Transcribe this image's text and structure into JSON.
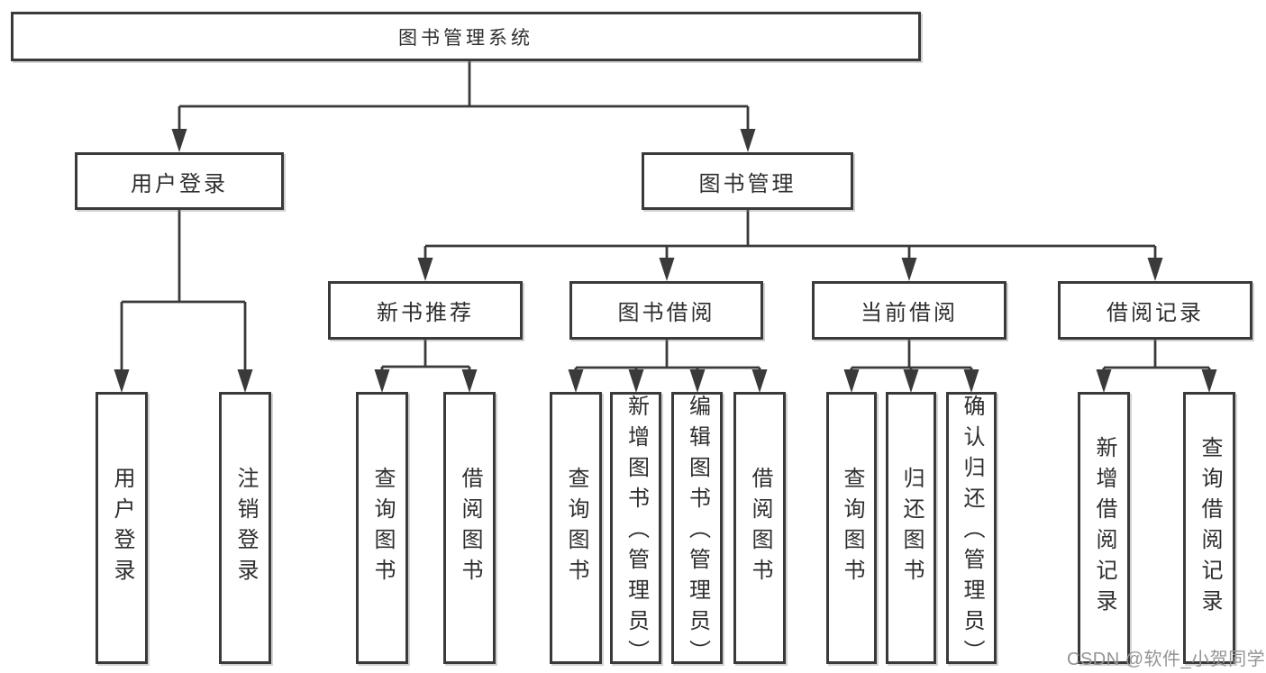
{
  "diagram": {
    "type": "tree",
    "title": "图书管理系统",
    "nodes": [
      {
        "id": "root",
        "parent": null,
        "label": "图书管理系统"
      },
      {
        "id": "user-login",
        "parent": "root",
        "label": "用户登录"
      },
      {
        "id": "book-mgmt",
        "parent": "root",
        "label": "图书管理"
      },
      {
        "id": "new-book-rec",
        "parent": "book-mgmt",
        "label": "新书推荐"
      },
      {
        "id": "book-borrow",
        "parent": "book-mgmt",
        "label": "图书借阅"
      },
      {
        "id": "current-borrow",
        "parent": "book-mgmt",
        "label": "当前借阅"
      },
      {
        "id": "borrow-records",
        "parent": "book-mgmt",
        "label": "借阅记录"
      },
      {
        "id": "ul-login",
        "parent": "user-login",
        "label": "用户登录"
      },
      {
        "id": "ul-logout",
        "parent": "user-login",
        "label": "注销登录"
      },
      {
        "id": "nr-query-book",
        "parent": "new-book-rec",
        "label": "查询图书"
      },
      {
        "id": "nr-borrow-book",
        "parent": "new-book-rec",
        "label": "借阅图书"
      },
      {
        "id": "bb-query-book",
        "parent": "book-borrow",
        "label": "查询图书"
      },
      {
        "id": "bb-add-book",
        "parent": "book-borrow",
        "label": "新增图书（管理员）"
      },
      {
        "id": "bb-edit-book",
        "parent": "book-borrow",
        "label": "编辑图书（管理员）"
      },
      {
        "id": "bb-borrow-book",
        "parent": "book-borrow",
        "label": "借阅图书"
      },
      {
        "id": "cb-query-book",
        "parent": "current-borrow",
        "label": "查询图书"
      },
      {
        "id": "cb-return-book",
        "parent": "current-borrow",
        "label": "归还图书"
      },
      {
        "id": "cb-confirm-ret",
        "parent": "current-borrow",
        "label": "确认归还（管理员）"
      },
      {
        "id": "br-add-record",
        "parent": "borrow-records",
        "label": "新增借阅记录"
      },
      {
        "id": "br-query-record",
        "parent": "borrow-records",
        "label": "查询借阅记录"
      }
    ]
  },
  "watermark": {
    "text": "CSDN @软件_小贺同学"
  },
  "colors": {
    "line": "#3a3a3a",
    "box_border": "#3a3a3a",
    "text": "#2e2e2e",
    "background": "#ffffff",
    "watermark": "#949494"
  }
}
